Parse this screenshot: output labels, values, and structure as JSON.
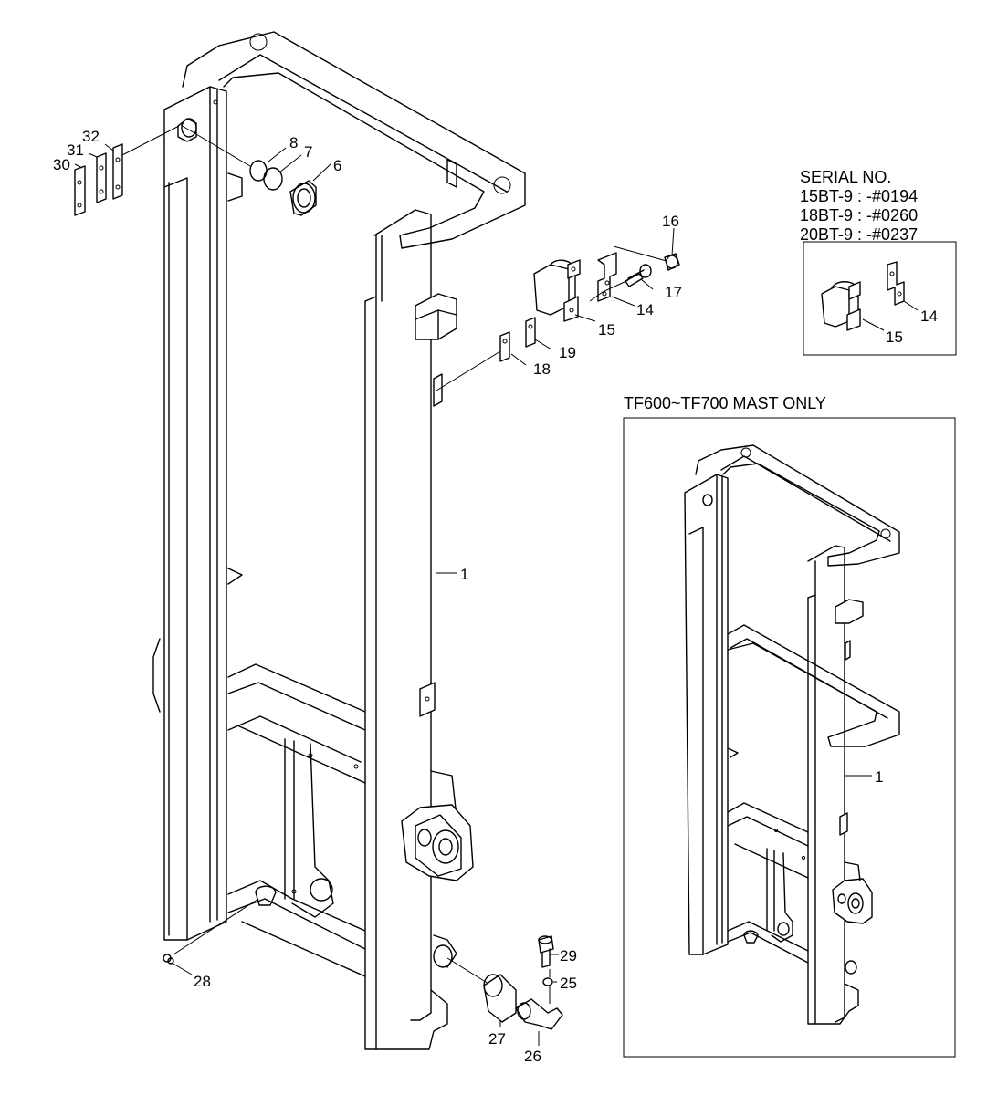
{
  "serial_box": {
    "heading": "SERIAL NO.",
    "lines": [
      "15BT-9 : -#0194",
      "18BT-9 : -#0260",
      "20BT-9 : -#0237"
    ]
  },
  "inset": {
    "title": "TF600~TF700 MAST ONLY"
  },
  "callouts": {
    "p1": "1",
    "p6": "6",
    "p7": "7",
    "p8": "8",
    "p14": "14",
    "p15": "15",
    "p16": "16",
    "p17": "17",
    "p18": "18",
    "p19": "19",
    "p25": "25",
    "p26": "26",
    "p27": "27",
    "p28": "28",
    "p29": "29",
    "p30": "30",
    "p31": "31",
    "p32": "32",
    "serial_p14": "14",
    "serial_p15": "15",
    "inset_p1": "1"
  }
}
